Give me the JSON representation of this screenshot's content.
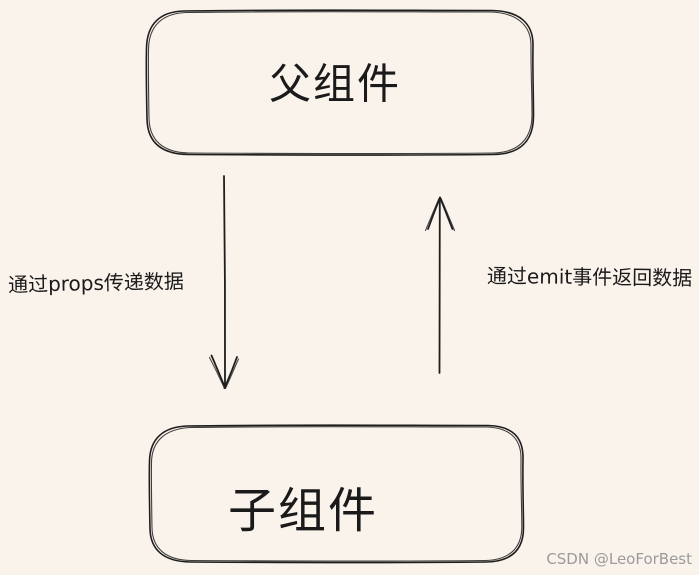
{
  "diagram": {
    "parent_box": {
      "label": "父组件"
    },
    "child_box": {
      "label": "子组件"
    },
    "down_arrow_label": "通过props传递数据",
    "up_arrow_label": "通过emit事件返回数据",
    "watermark": "CSDN @LeoForBest",
    "colors": {
      "background": "#faf3ec",
      "stroke": "#1e1e1e",
      "text": "#1a1a1a",
      "watermark": "#9b9b9b"
    }
  }
}
